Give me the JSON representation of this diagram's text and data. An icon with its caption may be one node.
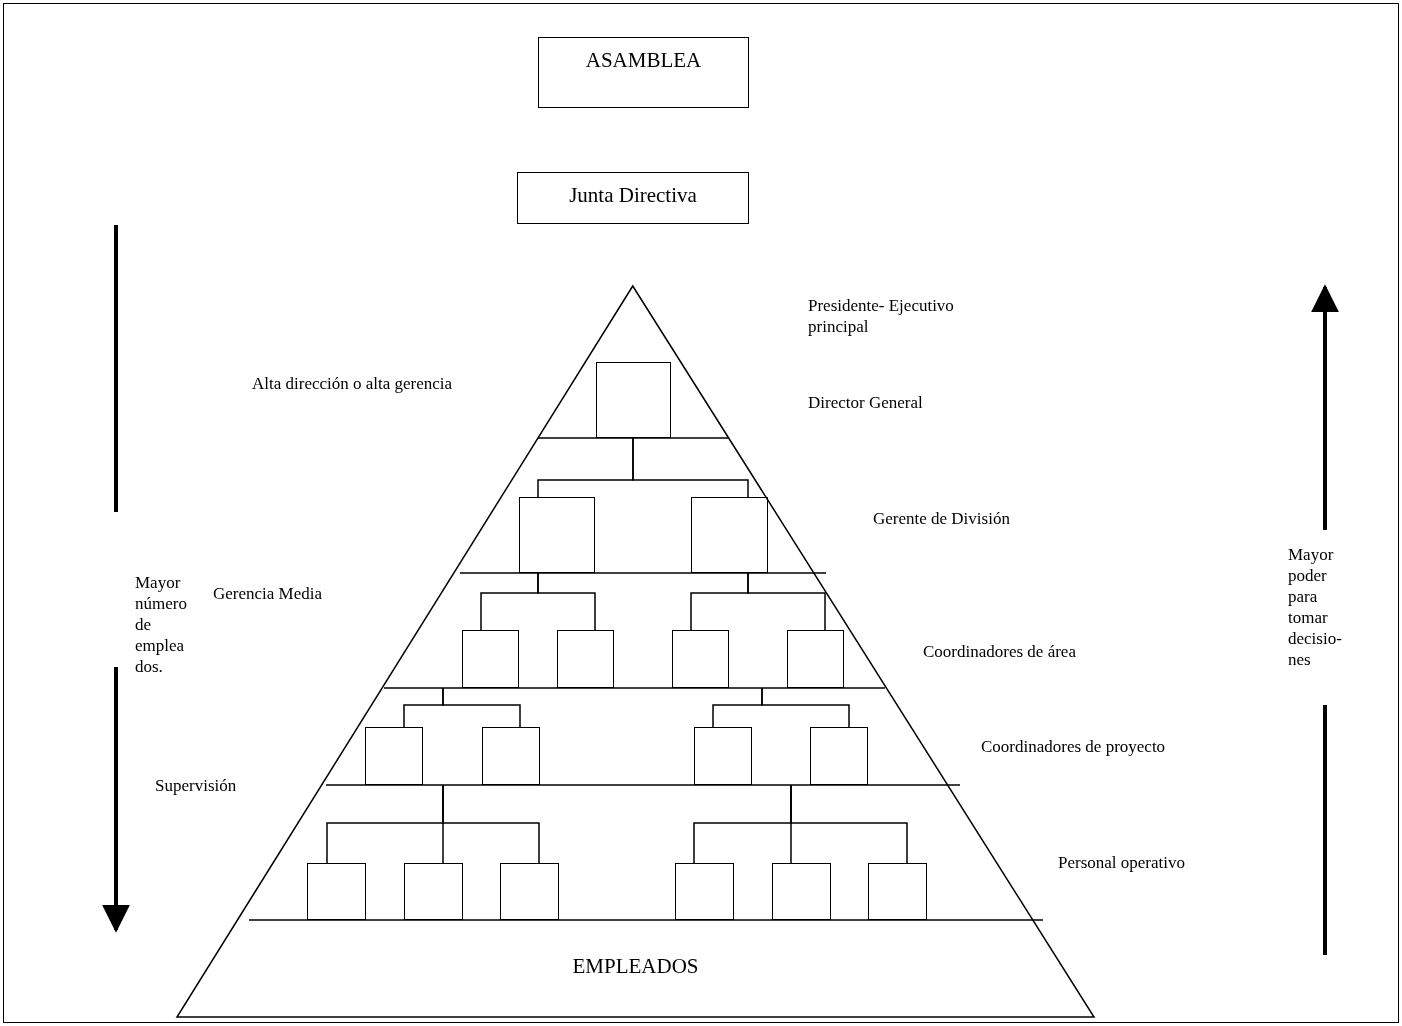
{
  "diagram": {
    "nodes": [
      {
        "text": [
          "ASAMBLEA"
        ]
      },
      {
        "text": [
          "Junta Directiva"
        ]
      },
      {
        "text": [
          "EMPLEADOS"
        ]
      },
      {
        "text": [],
        "shape": "box",
        "in": 2
      },
      {
        "text": [],
        "shape": "box",
        "in": 2
      },
      {
        "text": [],
        "shape": "box",
        "in": 2
      },
      {
        "text": [],
        "shape": "box",
        "in": 2
      },
      {
        "text": [],
        "shape": "box",
        "in": 2
      },
      {
        "text": [],
        "shape": "box",
        "in": 2
      },
      {
        "text": [],
        "shape": "box",
        "in": 2
      },
      {
        "text": [],
        "shape": "box",
        "in": 2
      },
      {
        "text": [],
        "shape": "box",
        "in": 2
      },
      {
        "text": [],
        "shape": "box",
        "in": 2
      },
      {
        "text": [],
        "shape": "box",
        "in": 2
      },
      {
        "text": [],
        "shape": "box",
        "in": 2
      },
      {
        "text": [],
        "shape": "box",
        "in": 2
      },
      {
        "text": [],
        "shape": "box",
        "in": 2
      },
      {
        "text": [],
        "shape": "box",
        "in": 2
      },
      {
        "text": [],
        "shape": "box",
        "in": 2
      },
      {
        "text": [],
        "shape": "box",
        "in": 2
      }
    ],
    "edges": [
      {
        "from": 3,
        "to": 4,
        "arrow": "none"
      },
      {
        "from": 3,
        "to": 5,
        "arrow": "none"
      },
      {
        "from": 4,
        "to": 6,
        "arrow": "none"
      },
      {
        "from": 4,
        "to": 7,
        "arrow": "none"
      },
      {
        "from": 5,
        "to": 8,
        "arrow": "none"
      },
      {
        "from": 5,
        "to": 9,
        "arrow": "none"
      },
      {
        "from": null,
        "to": 10,
        "arrow": "none"
      },
      {
        "from": null,
        "to": 11,
        "arrow": "none"
      },
      {
        "from": null,
        "to": 12,
        "arrow": "none"
      },
      {
        "from": null,
        "to": 13,
        "arrow": "none"
      },
      {
        "from": null,
        "to": 14,
        "arrow": "none"
      },
      {
        "from": null,
        "to": 15,
        "arrow": "none"
      },
      {
        "from": null,
        "to": 16,
        "arrow": "none"
      },
      {
        "from": null,
        "to": 17,
        "arrow": "none"
      },
      {
        "from": null,
        "to": 18,
        "arrow": "none"
      },
      {
        "from": null,
        "to": 19,
        "arrow": "none"
      }
    ],
    "labels": [
      "Presidente- Ejecutivo principal",
      "Alta dirección o alta gerencia",
      "Director General",
      "Gerente de División",
      "Mayor número de emplea dos.",
      "Mayor poder para tomar decisio- nes",
      "Gerencia Media",
      "Coordinadores de área",
      "Coordinadores de proyecto",
      "Supervisión",
      "Personal operativo"
    ]
  }
}
